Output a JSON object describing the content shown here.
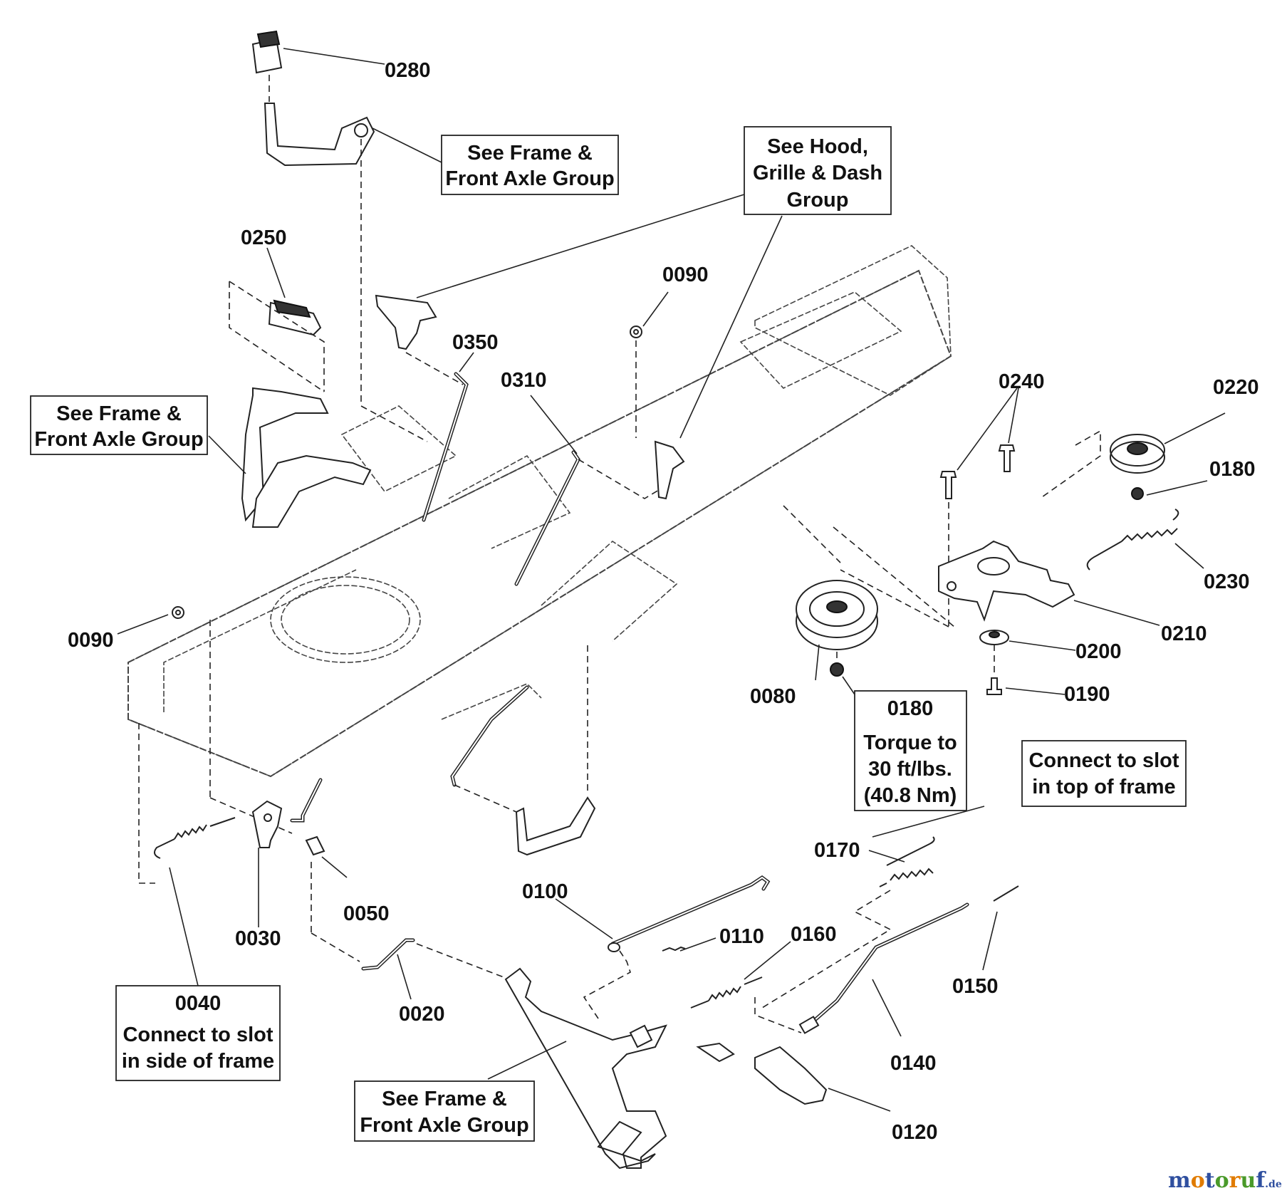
{
  "part_labels": {
    "p0280": "0280",
    "p0250": "0250",
    "p0090_top": "0090",
    "p0350": "0350",
    "p0310": "0310",
    "p0240": "0240",
    "p0220": "0220",
    "p0180_top": "0180",
    "p0230": "0230",
    "p0210": "0210",
    "p0200": "0200",
    "p0190": "0190",
    "p0080": "0080",
    "p0090_left": "0090",
    "p0170": "0170",
    "p0100": "0100",
    "p0110": "0110",
    "p0160": "0160",
    "p0150": "0150",
    "p0140": "0140",
    "p0120": "0120",
    "p0050": "0050",
    "p0030": "0030",
    "p0020": "0020"
  },
  "notes": {
    "frame_axle_top": [
      "See Frame &",
      "Front Axle Group"
    ],
    "hood_grille_dash": [
      "See Hood,",
      "Grille & Dash",
      "Group"
    ],
    "frame_axle_left": [
      "See Frame &",
      "Front Axle Group"
    ],
    "frame_axle_bottom": [
      "See Frame &",
      "Front Axle Group"
    ],
    "torque": [
      "0180",
      "Torque to",
      "30 ft/lbs.",
      "(40.8 Nm)"
    ],
    "connect_top": [
      "Connect to slot",
      "in top of frame"
    ],
    "connect_side": [
      "0040",
      "Connect to slot",
      "in side of frame"
    ]
  },
  "watermark": {
    "text_main": "motoruf",
    "text_suffix": ".de",
    "colors": [
      "#2f4f9f",
      "#e07b00",
      "#2f4f9f",
      "#4a9a2a",
      "#e07b00",
      "#4a9a2a",
      "#2f4f9f"
    ]
  }
}
